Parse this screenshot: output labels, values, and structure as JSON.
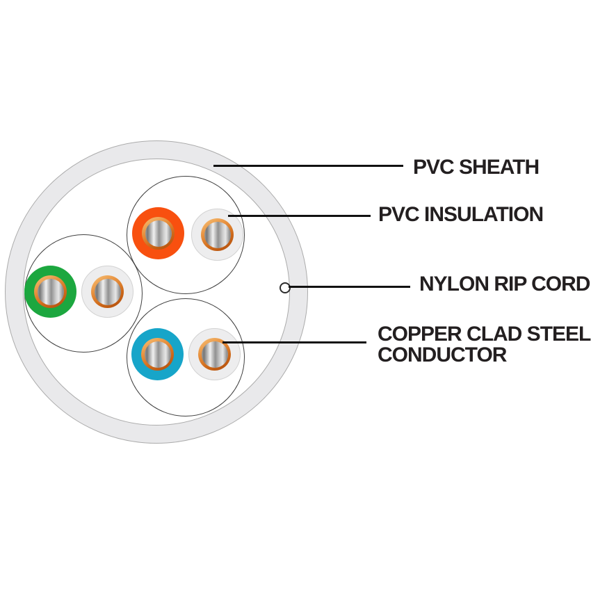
{
  "page": {
    "background": "#ffffff",
    "description": "Cross-section diagram of a 3-pair UTP cable"
  },
  "diagram": {
    "type": "cable-cross-section",
    "labels": {
      "sheath": "PVC SHEATH",
      "insulation": "PVC INSULATION",
      "ripcord": "NYLON RIP CORD",
      "conductor_line1": "COPPER CLAD STEEL",
      "conductor_line2": "CONDUCTOR"
    },
    "colors": {
      "sheath_ring": "#e9e9eb",
      "pair_orange": "#f8500f",
      "pair_green": "#1ca73f",
      "pair_blue": "#17a5c9",
      "white_insulation": "#ededee",
      "copper": "#d0761f",
      "metal": "#a8a8a8",
      "leader_line": "#111111",
      "label_text": "#231f20"
    },
    "pairs": [
      {
        "position": "top",
        "conductors": [
          "orange",
          "white"
        ]
      },
      {
        "position": "left",
        "conductors": [
          "green",
          "white"
        ]
      },
      {
        "position": "bottom",
        "conductors": [
          "blue",
          "white"
        ]
      }
    ]
  }
}
